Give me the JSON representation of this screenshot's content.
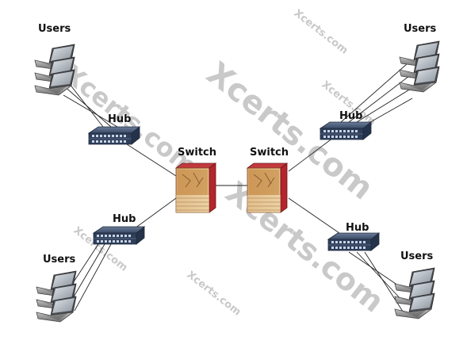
{
  "labels": {
    "users": "Users",
    "hub": "Hub",
    "switch": "Switch"
  },
  "watermark": {
    "text": "Xcerts.com"
  },
  "colors": {
    "background": "#ffffff",
    "link": "#222222",
    "hub_body": "#2f3f5a",
    "switch_body": "#b3262b",
    "laptop_body": "#9a9a9a",
    "watermark": "#c9c9c9"
  },
  "icons": {
    "laptop": "laptop-icon",
    "hub": "hub-icon",
    "switch": "switch-icon"
  }
}
